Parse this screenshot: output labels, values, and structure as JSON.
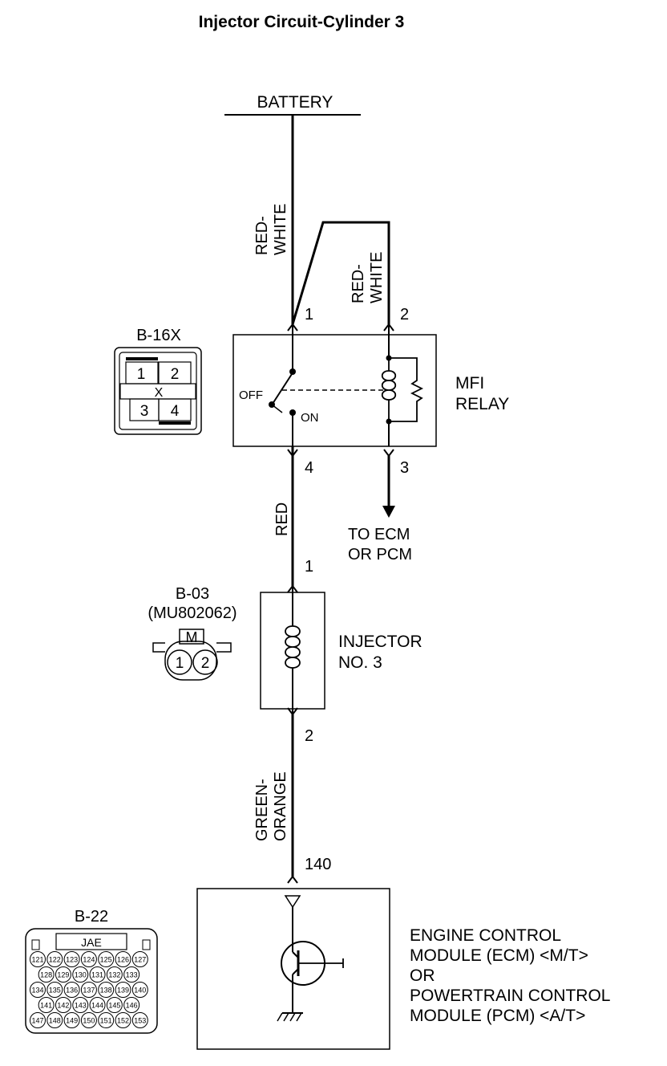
{
  "title": "Injector Circuit-Cylinder 3",
  "battery": "BATTERY",
  "wires": {
    "w1a": "RED-",
    "w1b": "WHITE",
    "w2a": "RED-",
    "w2b": "WHITE",
    "w3": "RED",
    "w4a": "GREEN-",
    "w4b": "ORANGE"
  },
  "pins": {
    "relay_1": "1",
    "relay_2": "2",
    "relay_3": "3",
    "relay_4": "4",
    "inj_1": "1",
    "inj_2": "2",
    "ecm_140": "140"
  },
  "relay": {
    "label1": "MFI",
    "label2": "RELAY",
    "off": "OFF",
    "on": "ON"
  },
  "to_ecm": {
    "line1": "TO ECM",
    "line2": "OR PCM"
  },
  "injector": {
    "line1": "INJECTOR",
    "line2": "NO. 3"
  },
  "ecm_label": [
    "ENGINE CONTROL",
    "MODULE (ECM) <M/T>",
    "OR",
    "POWERTRAIN CONTROL",
    "MODULE (PCM) <A/T>"
  ],
  "connectors": {
    "b16x": {
      "name": "B-16X",
      "pins": [
        "1",
        "2",
        "3",
        "4"
      ],
      "mark": "X"
    },
    "b03": {
      "name": "B-03",
      "part": "(MU802062)",
      "pins": [
        "1",
        "2"
      ],
      "mark": "M"
    },
    "b22": {
      "name": "B-22",
      "maker": "JAE",
      "rows": [
        [
          "121",
          "122",
          "123",
          "124",
          "125",
          "126",
          "127"
        ],
        [
          "128",
          "129",
          "130",
          "131",
          "132",
          "133"
        ],
        [
          "134",
          "135",
          "136",
          "137",
          "138",
          "139",
          "140"
        ],
        [
          "141",
          "142",
          "143",
          "144",
          "145",
          "146"
        ],
        [
          "147",
          "148",
          "149",
          "150",
          "151",
          "152",
          "153"
        ]
      ]
    }
  }
}
